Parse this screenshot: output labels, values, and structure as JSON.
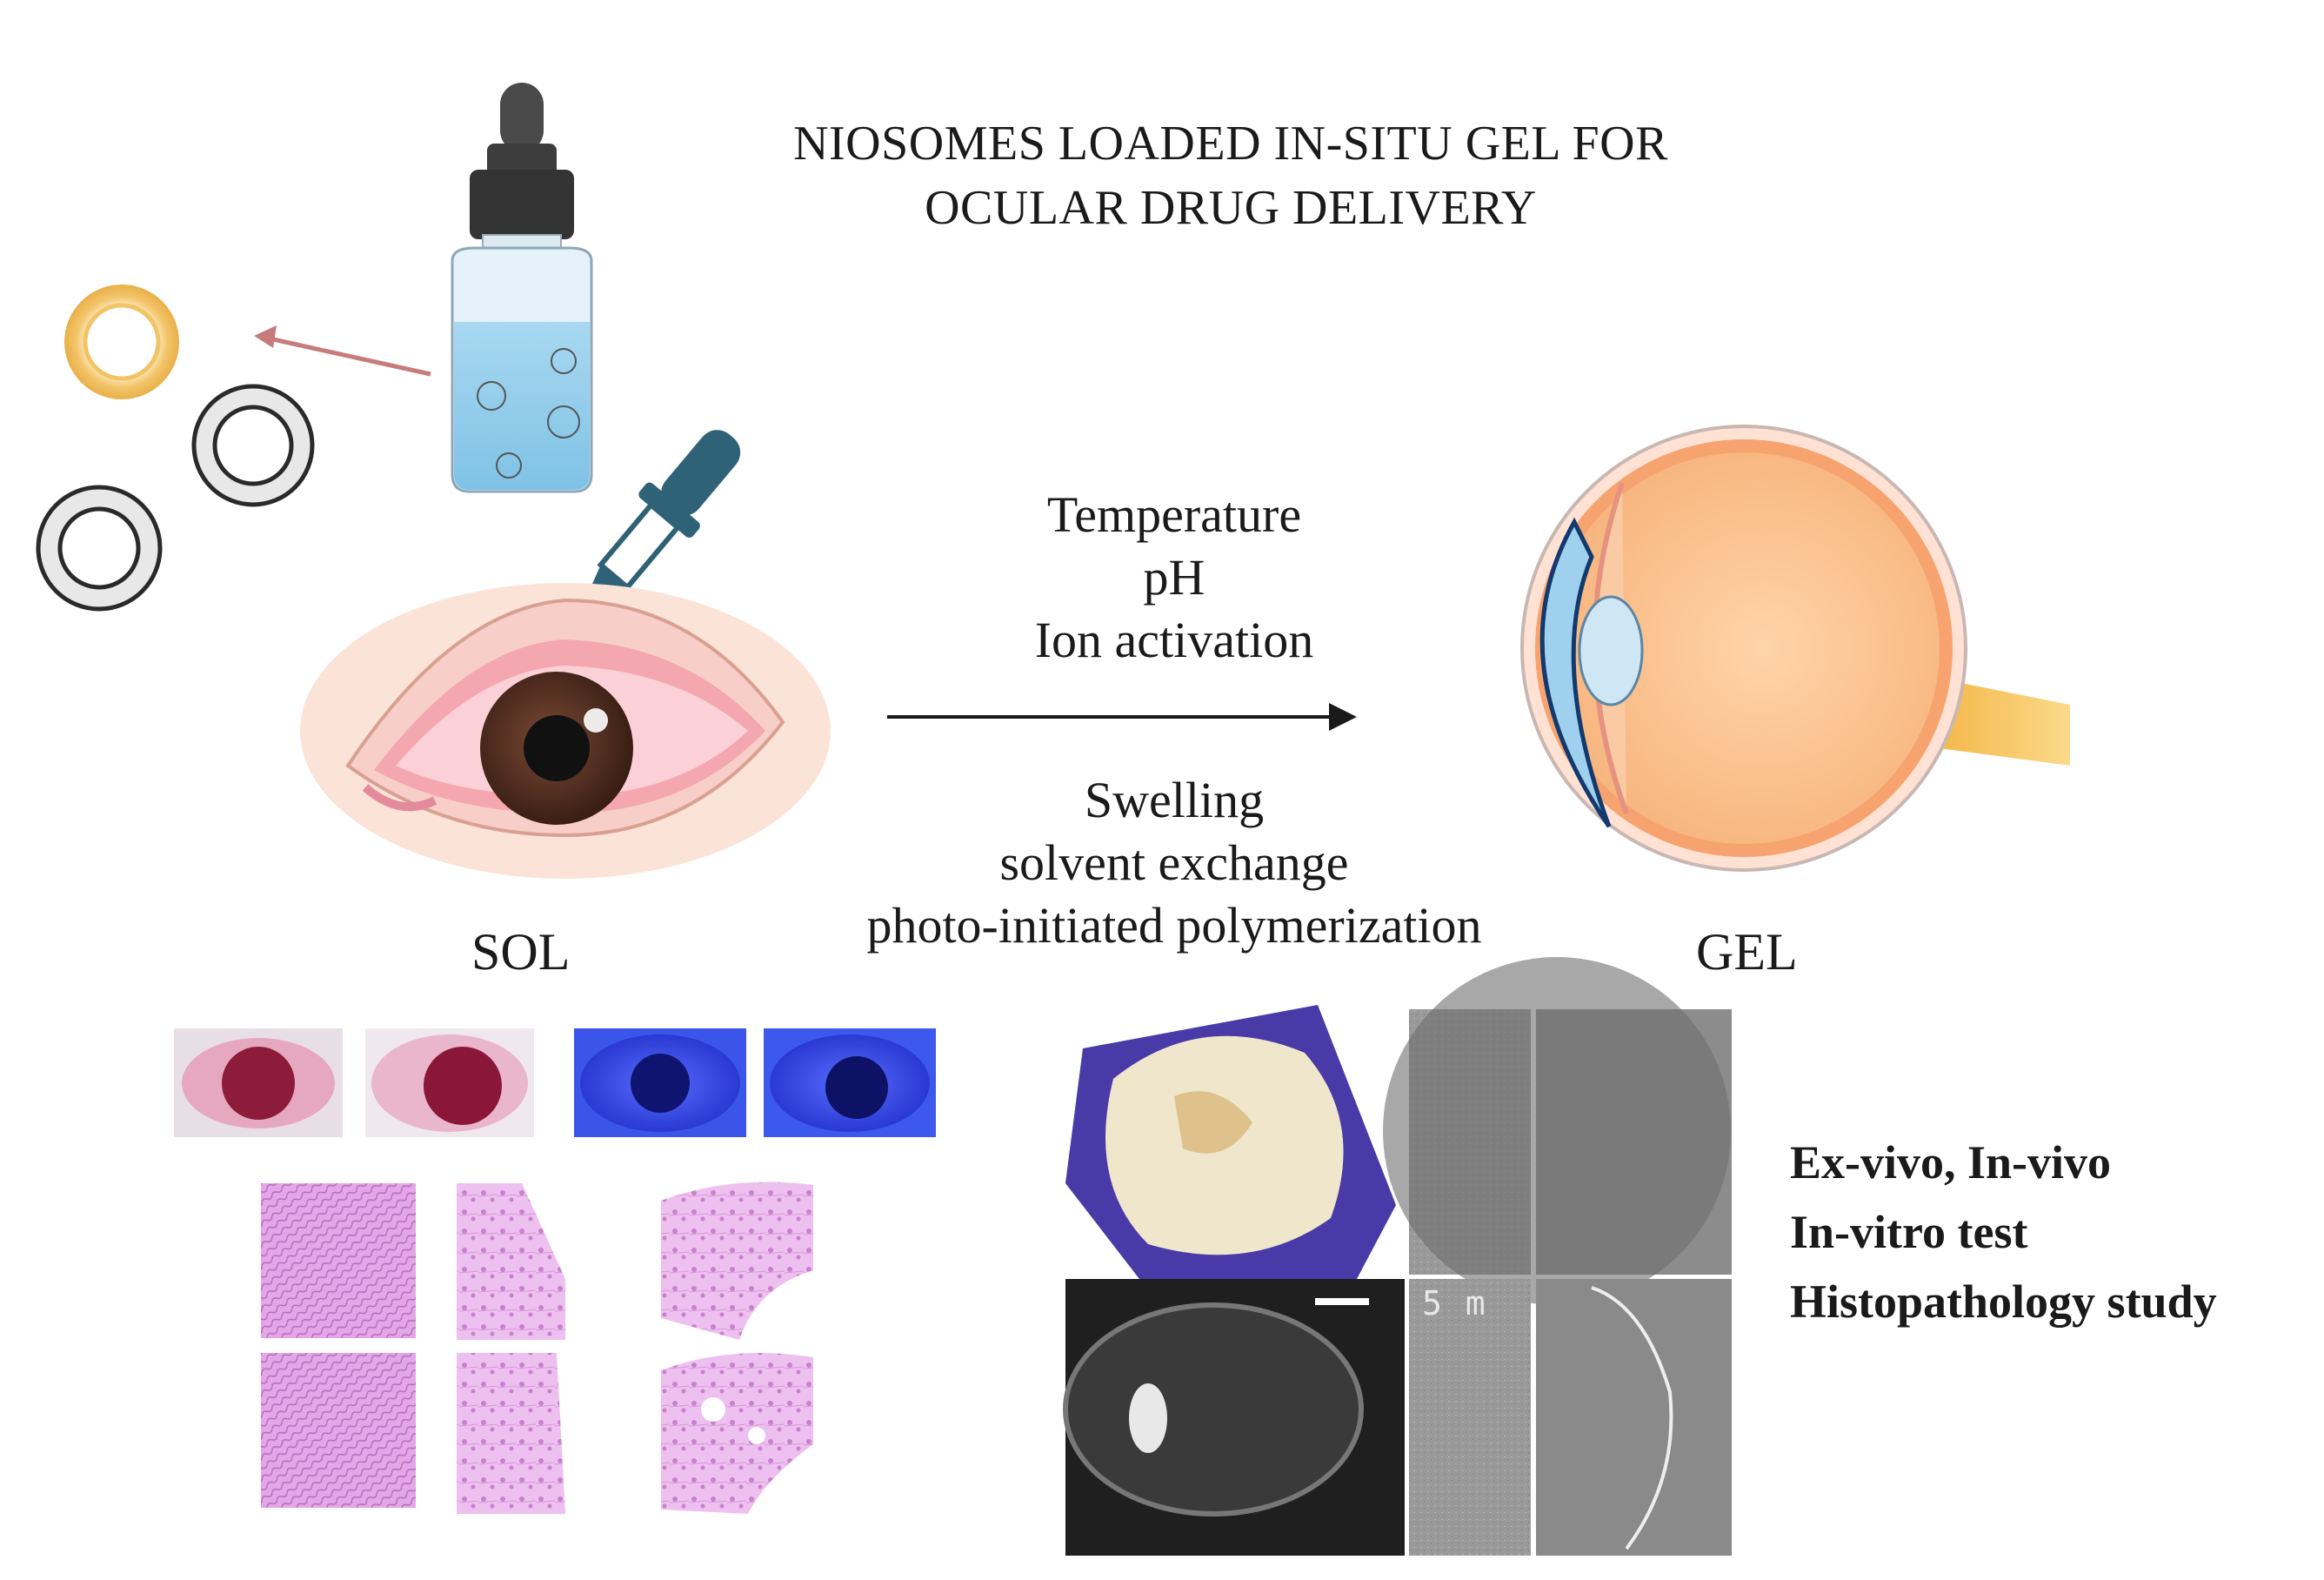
{
  "title_lines": [
    "NIOSOMES LOADED IN-SITU GEL FOR",
    "OCULAR DRUG DELIVERY"
  ],
  "stimuli_top": [
    "Temperature",
    "pH",
    "Ion activation"
  ],
  "stimuli_bottom": [
    "Swelling",
    "solvent exchange",
    "photo-initiated polymerization"
  ],
  "phase_labels": {
    "sol": "SOL",
    "gel": "GEL"
  },
  "evaluation_tests": [
    "Ex-vivo, In-vivo",
    "In-vitro test",
    "Histopathology study"
  ],
  "micrograph_panel_text": "5 m",
  "colors": {
    "niosome_gold": "#f2c468",
    "eye_sclera_red": "#f2a7b3",
    "lens_blue": "#b9dff0",
    "optic_nerve": "#f7c65a",
    "fluorescein_blue": "#2f3fe0",
    "he_stain_pink": "#d98fd9"
  }
}
